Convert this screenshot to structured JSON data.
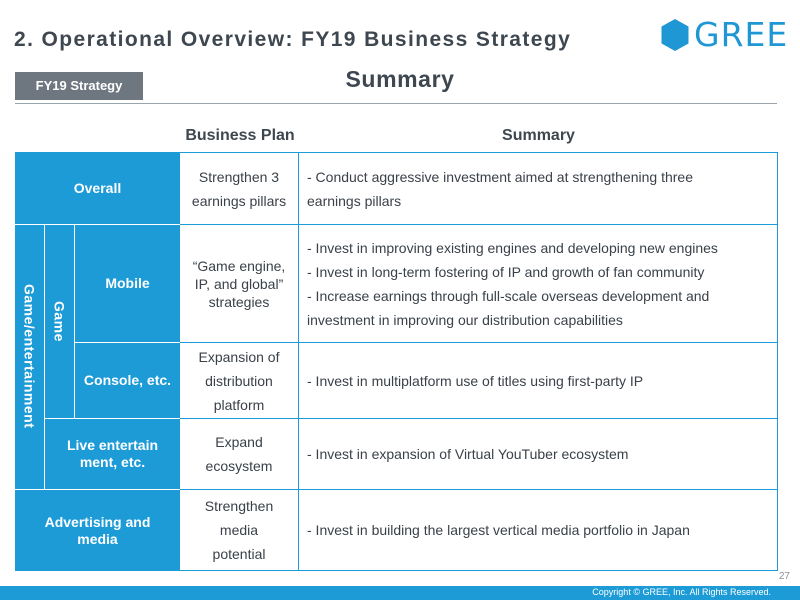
{
  "header": {
    "title": "2. Operational Overview: FY19 Business Strategy",
    "logo_text": "GREE",
    "tag": "FY19 Strategy",
    "subtitle": "Summary"
  },
  "table": {
    "col_business_plan": "Business Plan",
    "col_summary": "Summary",
    "labels": {
      "overall": "Overall",
      "game_entertainment": "Game/entertainment",
      "game": "Game",
      "mobile": "Mobile",
      "console": "Console, etc.",
      "live_line1": "Live entertain",
      "live_line2": "ment, etc.",
      "adv_line1": "Advertising and",
      "adv_line2": "media"
    },
    "plans": {
      "overall": [
        "Strengthen 3",
        "earnings pillars"
      ],
      "mobile": [
        "“Game engine,",
        "IP, and global”",
        "strategies"
      ],
      "console": [
        "Expansion of",
        "distribution",
        "platform"
      ],
      "live": [
        "Expand",
        "ecosystem"
      ],
      "adv": [
        "Strengthen",
        "media",
        "potential"
      ]
    },
    "summaries": {
      "overall": [
        "- Conduct aggressive investment aimed at strengthening three",
        "earnings pillars"
      ],
      "mobile": [
        "- Invest in improving existing engines and developing new engines",
        "- Invest in long-term fostering of IP and growth of fan community",
        "- Increase earnings through full-scale overseas development and",
        "investment in improving our distribution capabilities"
      ],
      "console": [
        "- Invest in multiplatform use of titles using first-party IP"
      ],
      "live": [
        "- Invest in expansion of Virtual YouTuber ecosystem"
      ],
      "adv": [
        "- Invest in building the largest vertical media portfolio in Japan"
      ]
    }
  },
  "footer": {
    "page_number": "27",
    "copyright": "Copyright © GREE, Inc. All Rights Reserved."
  },
  "colors": {
    "accent_blue": "#1c9bd7",
    "tag_gray": "#6e7780",
    "title_text": "#3e4750"
  }
}
